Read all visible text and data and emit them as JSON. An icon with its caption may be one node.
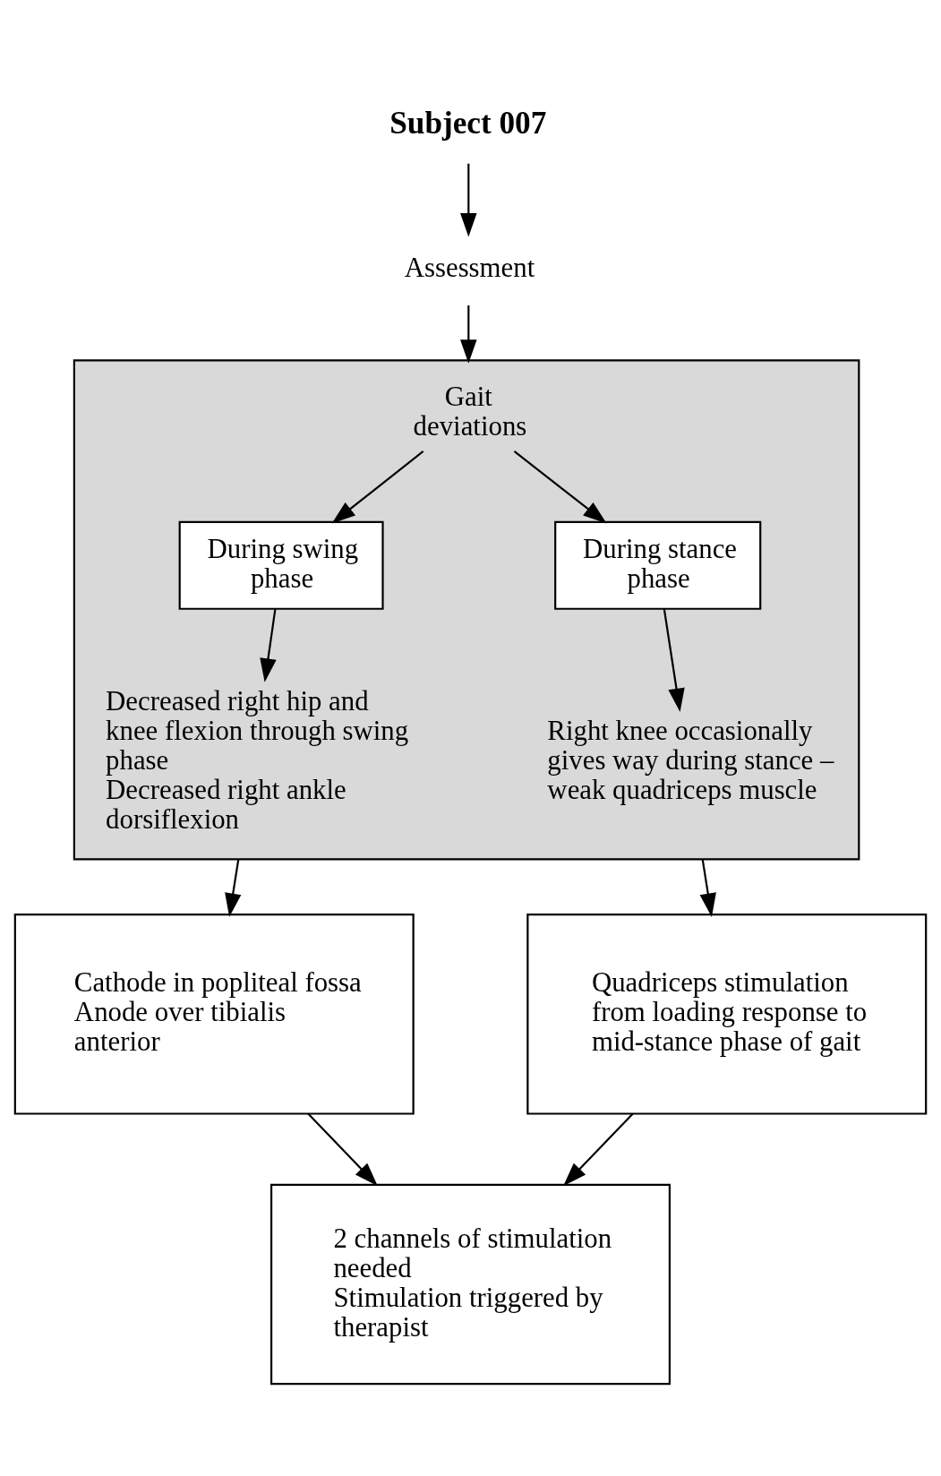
{
  "diagram": {
    "nodes": [
      {
        "text": [
          "Subject 007"
        ]
      },
      {
        "text": [
          "Assessment"
        ]
      },
      {
        "text": [],
        "shape": "box"
      },
      {
        "text": [
          "Gait deviations"
        ],
        "in": 2
      },
      {
        "text": [
          "During swing phase"
        ],
        "in": 2
      },
      {
        "text": [
          "During stance phase"
        ],
        "in": 2
      },
      {
        "text": [
          "Decreased right hip and knee flexion through swing phase",
          "Decreased right ankle dorsiflexion"
        ],
        "in": 2
      },
      {
        "text": [
          "Right knee occasionally gives way during stance – weak quadriceps muscle"
        ],
        "in": 2
      },
      {
        "text": [
          "Cathode in popliteal fossa",
          "Anode over tibialis anterior"
        ]
      },
      {
        "text": [
          "Quadriceps stimulation from loading response to mid-stance phase of gait"
        ]
      },
      {
        "text": [
          "2 channels of stimulation needed",
          "Stimulation triggered by therapist"
        ]
      }
    ],
    "edges": [
      {
        "from": 0,
        "to": 1,
        "arrow": "to"
      },
      {
        "from": 1,
        "to": 2,
        "arrow": "to"
      },
      {
        "from": 3,
        "to": 4,
        "arrow": "to"
      },
      {
        "from": 3,
        "to": 5,
        "arrow": "to"
      },
      {
        "from": 4,
        "to": 6,
        "arrow": "to"
      },
      {
        "from": 5,
        "to": 7,
        "arrow": "to"
      },
      {
        "from": 2,
        "to": 8,
        "arrow": "to"
      },
      {
        "from": 2,
        "to": 9,
        "arrow": "to"
      },
      {
        "from": 8,
        "to": 10,
        "arrow": "to"
      },
      {
        "from": 9,
        "to": 10,
        "arrow": "to"
      }
    ]
  }
}
